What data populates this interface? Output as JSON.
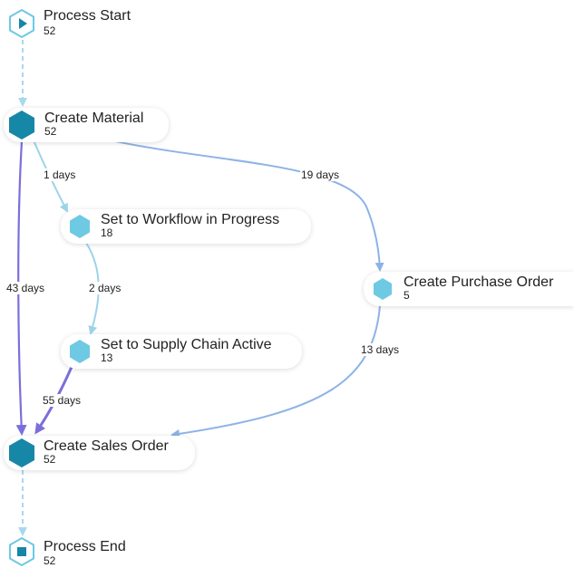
{
  "nodes": {
    "start": {
      "title": "Process Start",
      "count": "52"
    },
    "create_material": {
      "title": "Create Material",
      "count": "52"
    },
    "workflow": {
      "title": "Set to Workflow in Progress",
      "count": "18"
    },
    "supply_chain": {
      "title": "Set to Supply Chain Active",
      "count": "13"
    },
    "purchase_order": {
      "title": "Create Purchase Order",
      "count": "5"
    },
    "sales_order": {
      "title": "Create Sales Order",
      "count": "52"
    },
    "end": {
      "title": "Process End",
      "count": "52"
    }
  },
  "edges": {
    "cm_wf": "1 days",
    "cm_po": "19 days",
    "cm_so": "43 days",
    "wf_sc": "2 days",
    "po_so": "13 days",
    "sc_so": "55 days"
  },
  "colors": {
    "hex_dark": "#1787a7",
    "hex_light": "#6ec9e3",
    "edge_light": "#9dd3ea",
    "edge_medium": "#8db3e6",
    "edge_strong": "#7b6fdb",
    "dashed": "#a9d8ee"
  }
}
